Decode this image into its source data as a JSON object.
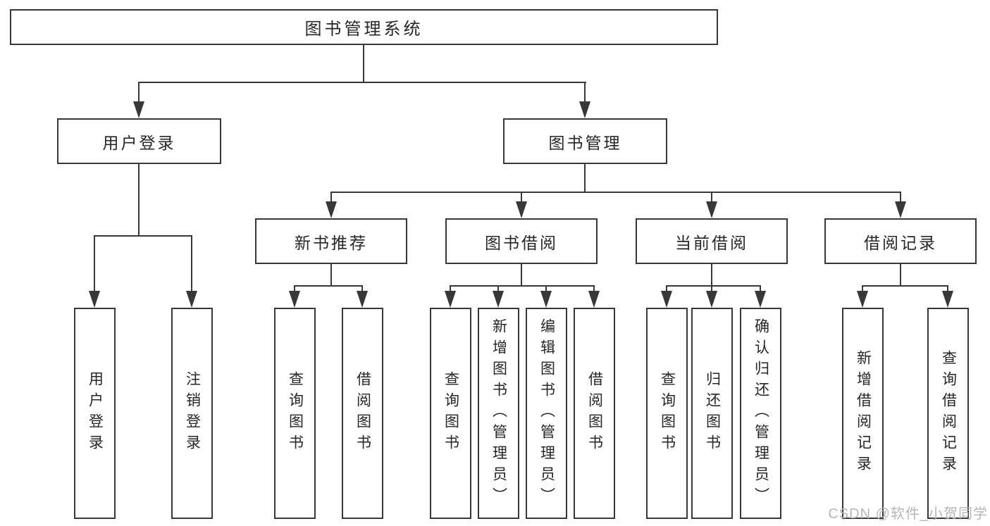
{
  "nodes": {
    "root": "图书管理系统",
    "l2": [
      {
        "label": "用户登录",
        "children": [
          {
            "label": "用户登录"
          },
          {
            "label": "注销登录"
          }
        ]
      },
      {
        "label": "图书管理",
        "children": [
          {
            "label": "新书推荐",
            "children": [
              {
                "label": "查询图书"
              },
              {
                "label": "借阅图书"
              }
            ]
          },
          {
            "label": "图书借阅",
            "children": [
              {
                "label": "查询图书"
              },
              {
                "label": "新增图书（管理员）"
              },
              {
                "label": "编辑图书（管理员）"
              },
              {
                "label": "借阅图书"
              }
            ]
          },
          {
            "label": "当前借阅",
            "children": [
              {
                "label": "查询图书"
              },
              {
                "label": "归还图书"
              },
              {
                "label": "确认归还（管理员）"
              }
            ]
          },
          {
            "label": "借阅记录",
            "children": [
              {
                "label": "新增借阅记录"
              },
              {
                "label": "查询借阅记录"
              }
            ]
          }
        ]
      }
    ]
  },
  "watermark": "CSDN @软件_小贺同学",
  "colors": {
    "line": "#383838",
    "text": "#262626",
    "watermark": "#b6b6b6",
    "background": "#ffffff"
  }
}
